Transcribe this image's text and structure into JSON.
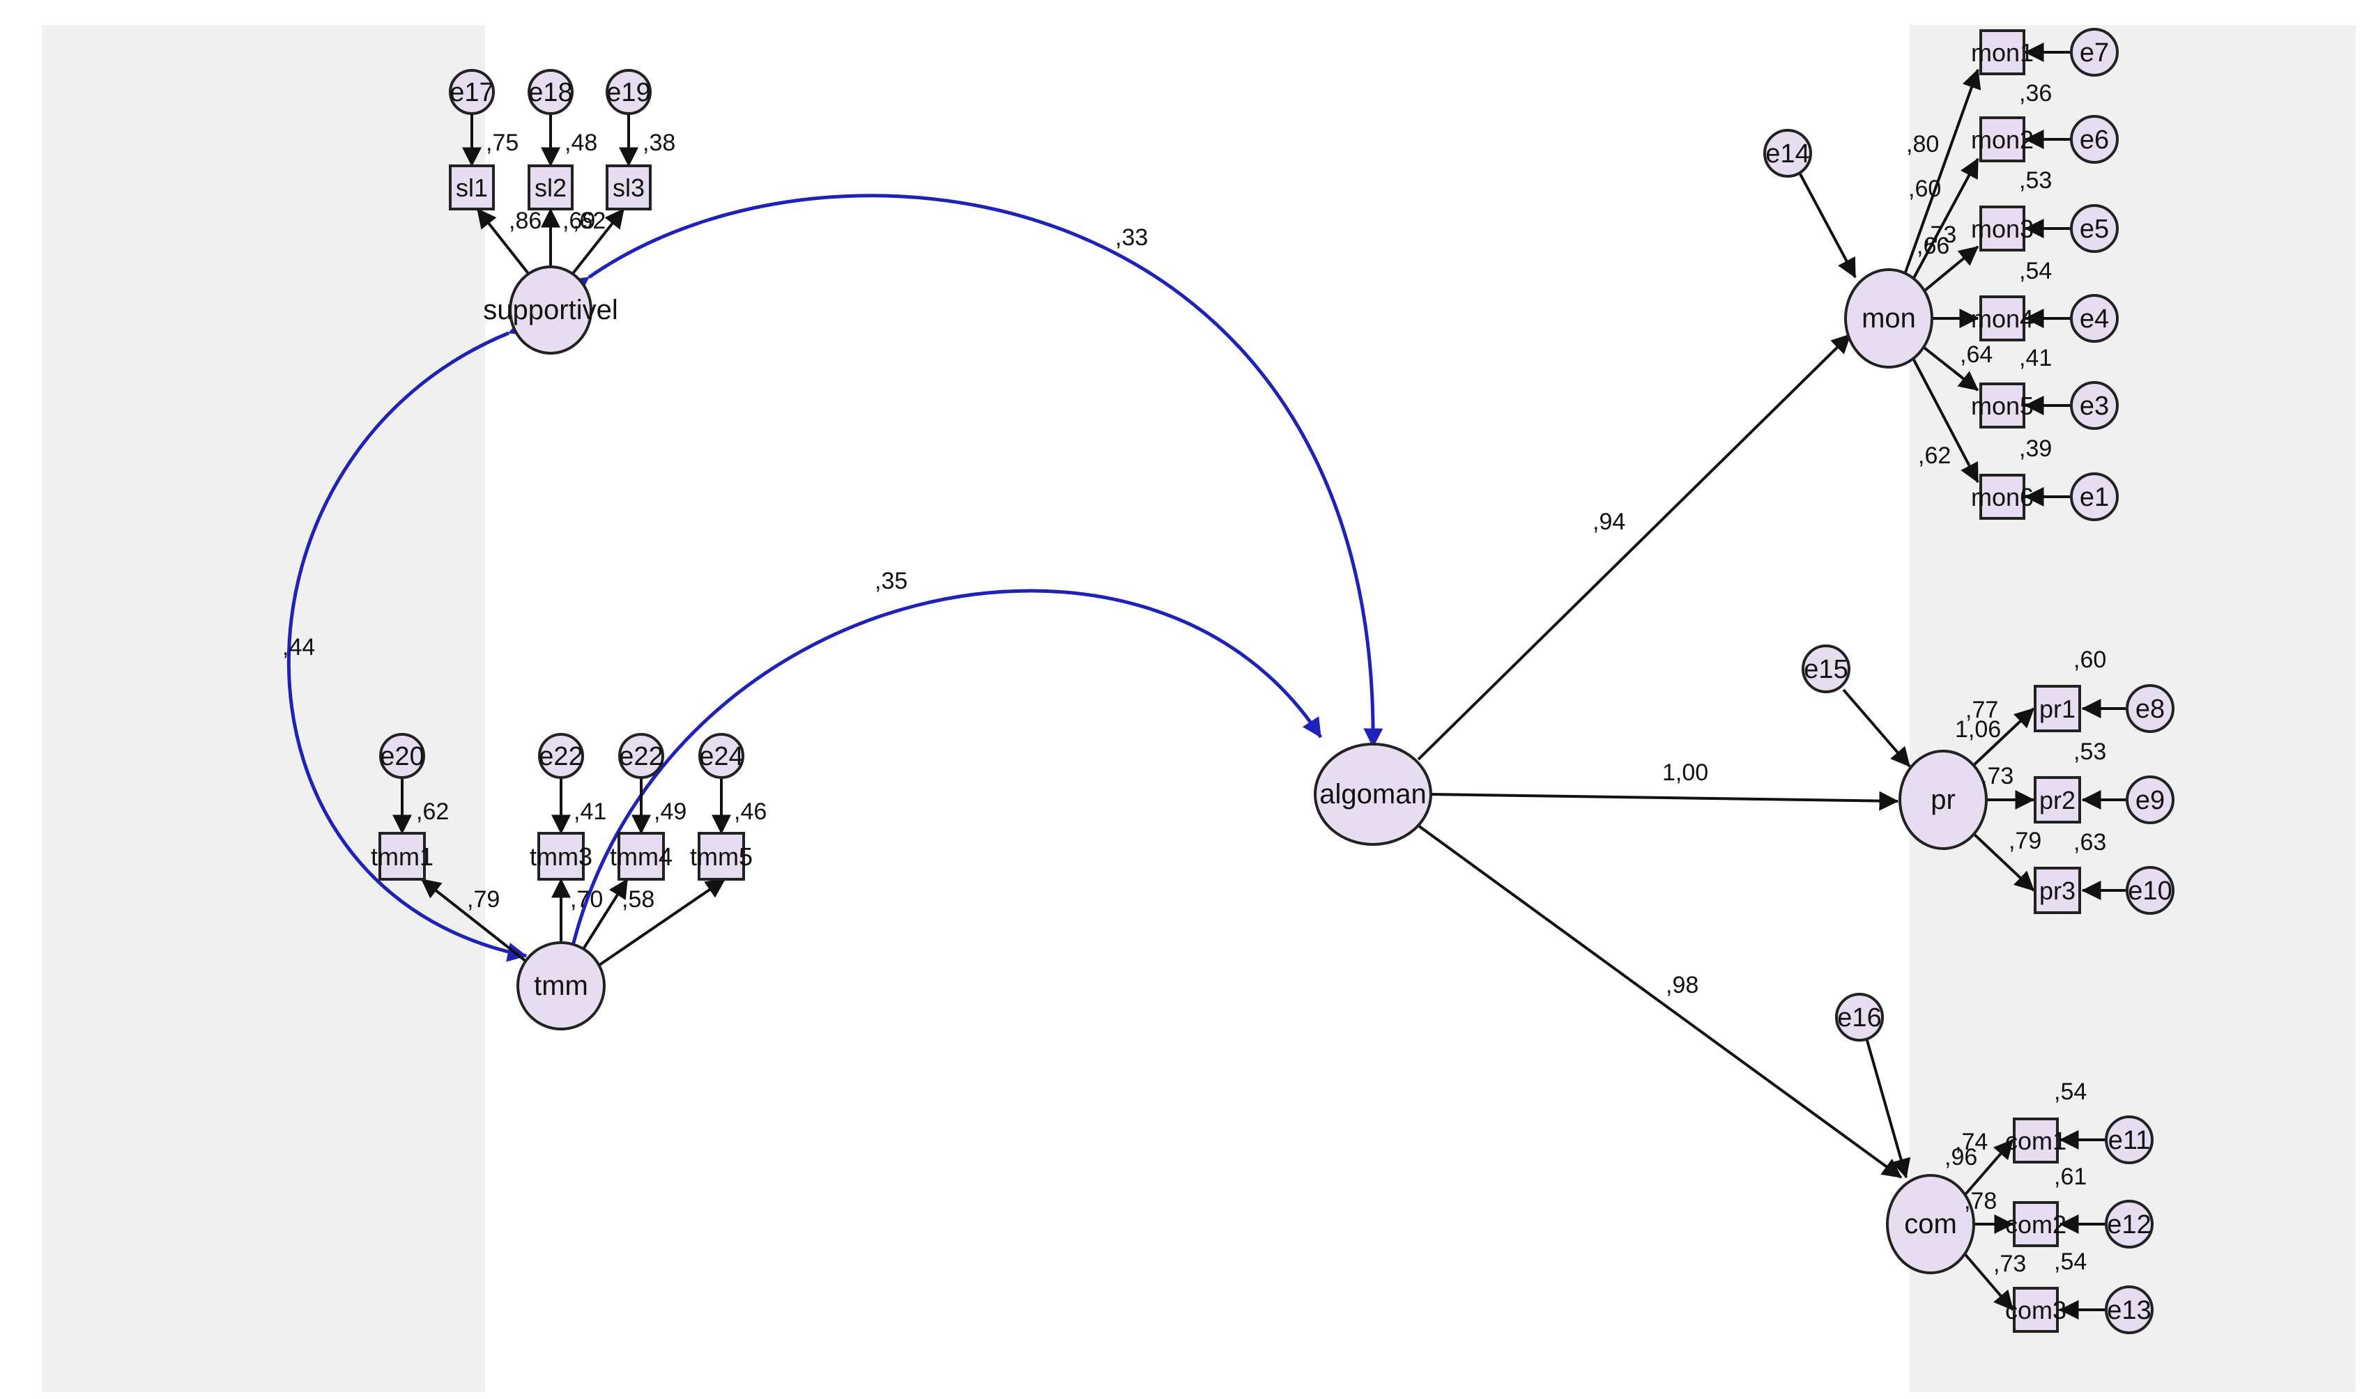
{
  "colors": {
    "page": "#ffffff",
    "panel": "#f0f0f0",
    "node_fill": "#e6ddf0",
    "node_stroke": "#222222",
    "path": "#111111",
    "covariance": "#1f22b8"
  },
  "latents": [
    {
      "id": "supportivel",
      "label": "supportivel"
    },
    {
      "id": "tmm",
      "label": "tmm"
    },
    {
      "id": "algoman",
      "label": "algoman"
    },
    {
      "id": "mon",
      "label": "mon"
    },
    {
      "id": "pr",
      "label": "pr"
    },
    {
      "id": "com",
      "label": "com"
    }
  ],
  "indicators": [
    {
      "id": "sl1",
      "label": "sl1"
    },
    {
      "id": "sl2",
      "label": "sl2"
    },
    {
      "id": "sl3",
      "label": "sl3"
    },
    {
      "id": "tmm1",
      "label": "tmm1"
    },
    {
      "id": "tmm3",
      "label": "tmm3"
    },
    {
      "id": "tmm4",
      "label": "tmm4"
    },
    {
      "id": "tmm5",
      "label": "tmm5"
    },
    {
      "id": "mon1",
      "label": "mon1"
    },
    {
      "id": "mon2",
      "label": "mon2"
    },
    {
      "id": "mon3",
      "label": "mon3"
    },
    {
      "id": "mon4",
      "label": "mon4"
    },
    {
      "id": "mon5",
      "label": "mon5"
    },
    {
      "id": "mon6",
      "label": "mon6"
    },
    {
      "id": "pr1",
      "label": "pr1"
    },
    {
      "id": "pr2",
      "label": "pr2"
    },
    {
      "id": "pr3",
      "label": "pr3"
    },
    {
      "id": "com1",
      "label": "com1"
    },
    {
      "id": "com2",
      "label": "com2"
    },
    {
      "id": "com3",
      "label": "com3"
    }
  ],
  "errors": [
    {
      "id": "e17",
      "label": "e17"
    },
    {
      "id": "e18",
      "label": "e18"
    },
    {
      "id": "e19",
      "label": "e19"
    },
    {
      "id": "e20",
      "label": "e20"
    },
    {
      "id": "e22a",
      "label": "e22"
    },
    {
      "id": "e23",
      "label": "e22"
    },
    {
      "id": "e24",
      "label": "e24"
    },
    {
      "id": "e7",
      "label": "e7"
    },
    {
      "id": "e6",
      "label": "e6"
    },
    {
      "id": "e5",
      "label": "e5"
    },
    {
      "id": "e4",
      "label": "e4"
    },
    {
      "id": "e3",
      "label": "e3"
    },
    {
      "id": "e1",
      "label": "e1"
    },
    {
      "id": "e8",
      "label": "e8"
    },
    {
      "id": "e9",
      "label": "e9"
    },
    {
      "id": "e10",
      "label": "e10"
    },
    {
      "id": "e11",
      "label": "e11"
    },
    {
      "id": "e12",
      "label": "e12"
    },
    {
      "id": "e13",
      "label": "e13"
    },
    {
      "id": "e14",
      "label": "e14"
    },
    {
      "id": "e15",
      "label": "e15"
    },
    {
      "id": "e16",
      "label": "e16"
    }
  ],
  "structural_paths": [
    {
      "from": "algoman",
      "to": "mon",
      "label": ",94"
    },
    {
      "from": "algoman",
      "to": "pr",
      "label": "1,00"
    },
    {
      "from": "algoman",
      "to": "com",
      "label": ",98"
    }
  ],
  "covariances": [
    {
      "a": "supportivel",
      "b": "algoman",
      "label": ",33"
    },
    {
      "a": "tmm",
      "b": "algoman",
      "label": ",35"
    },
    {
      "a": "supportivel",
      "b": "tmm",
      "label": ",44"
    }
  ],
  "loading_labels": [
    ",86",
    ",69",
    ",62",
    ",79",
    ",70",
    ",58",
    ",80",
    ",60",
    ",73",
    ",66",
    ",64",
    ",62",
    ",77",
    "1,06",
    ",73",
    ",79",
    ",74",
    ",96",
    ",78",
    ",73"
  ],
  "r2_labels": [
    ",75",
    ",48",
    ",38",
    ",62",
    ",41",
    ",49",
    ",46",
    ",36",
    ",53",
    ",54",
    ",41",
    ",39",
    ",60",
    ",53",
    ",63",
    ",54",
    ",61",
    ",54"
  ]
}
